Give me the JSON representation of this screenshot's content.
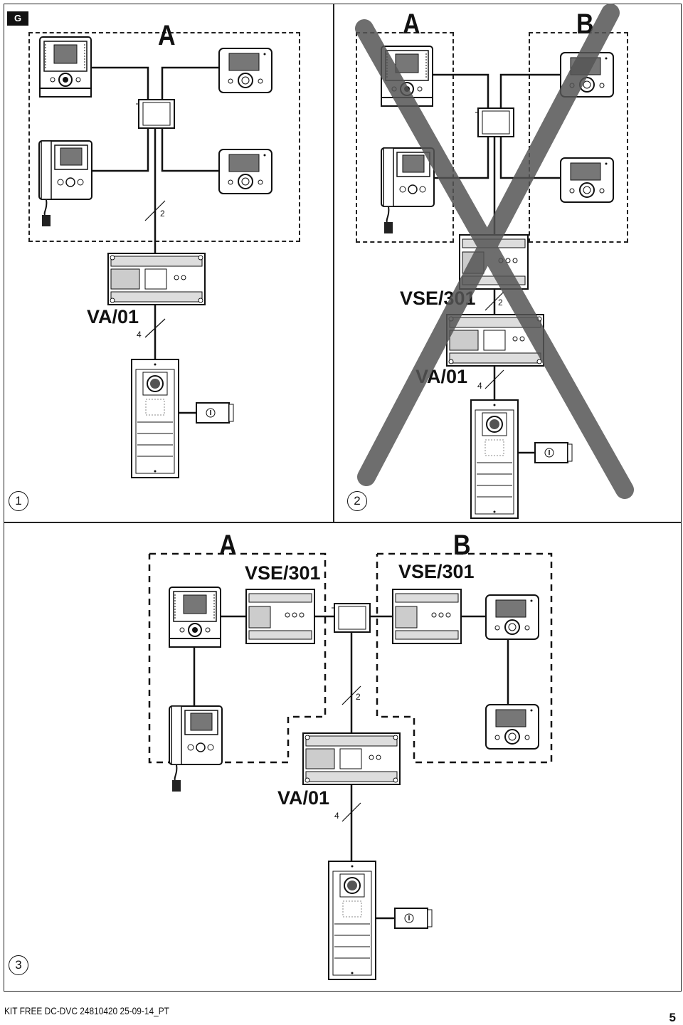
{
  "figure": {
    "badge": "G"
  },
  "panels": {
    "p1": {
      "step": "1",
      "zone_a": "A",
      "va_label": "VA/01",
      "wire_2": "2",
      "wire_4": "4"
    },
    "p2": {
      "step": "2",
      "zone_a": "A",
      "zone_b": "B",
      "vse_label": "VSE/301",
      "va_label": "VA/01",
      "wire_2": "2",
      "wire_4": "4",
      "status": "crossed-out"
    },
    "p3": {
      "step": "3",
      "zone_a": "A",
      "zone_b": "B",
      "vse_a_label": "VSE/301",
      "vse_b_label": "VSE/301",
      "va_label": "VA/01",
      "wire_2": "2",
      "wire_4": "4"
    }
  },
  "footer": {
    "doc_ref": "KIT FREE DC-DVC 24810420 25-09-14_PT",
    "page": "5"
  },
  "icons": [
    "videophone-icon",
    "handset-videophone-icon",
    "handsfree-monitor-icon",
    "junction-box-icon",
    "power-supply-icon",
    "door-panel-icon",
    "lock-icon",
    "cross-out-icon"
  ]
}
